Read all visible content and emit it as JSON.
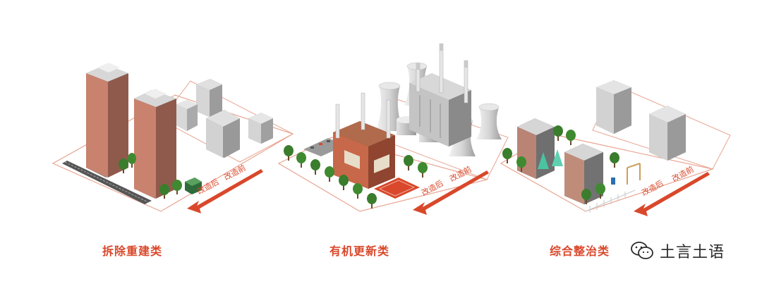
{
  "panels": [
    {
      "category": "拆除重建类",
      "after": "改造后",
      "before": "改造前"
    },
    {
      "category": "有机更新类",
      "after": "改造后",
      "before": "改造前"
    },
    {
      "category": "综合整治类",
      "after": "改造后",
      "before": "改造前"
    }
  ],
  "watermark": {
    "text": "土言土语",
    "icon": "wechat-icon"
  },
  "colors": {
    "accent": "#d9482b",
    "brick": "#c8826e",
    "concrete": "#b9b9b9",
    "tree": "#3a7d2c"
  }
}
